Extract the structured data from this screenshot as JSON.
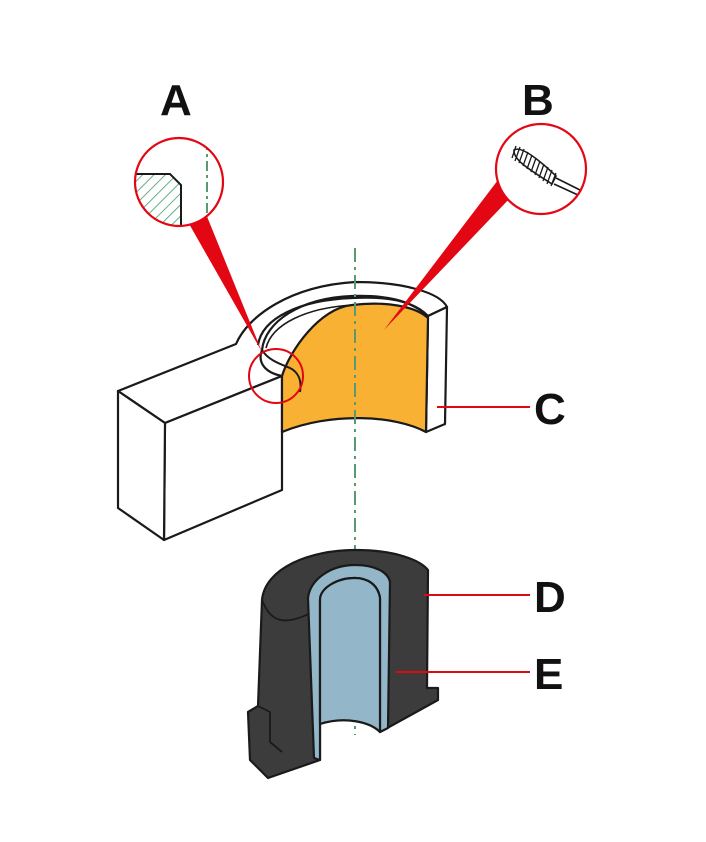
{
  "labels": {
    "a": "A",
    "b": "B",
    "c": "C",
    "d": "D",
    "e": "E"
  },
  "colors": {
    "outline": "#1a1a1a",
    "surface": "#ffffff",
    "bore_coating": "#f8b132",
    "leader": "#e30613",
    "centerline": "#5a9a72",
    "hatch": "#3d9a6a",
    "insert_body": "#3c3c3c",
    "insert_liner": "#93b7c8"
  },
  "icons": {
    "detail_a": "chamfer-section-icon",
    "detail_b": "bottle-brush-icon"
  }
}
